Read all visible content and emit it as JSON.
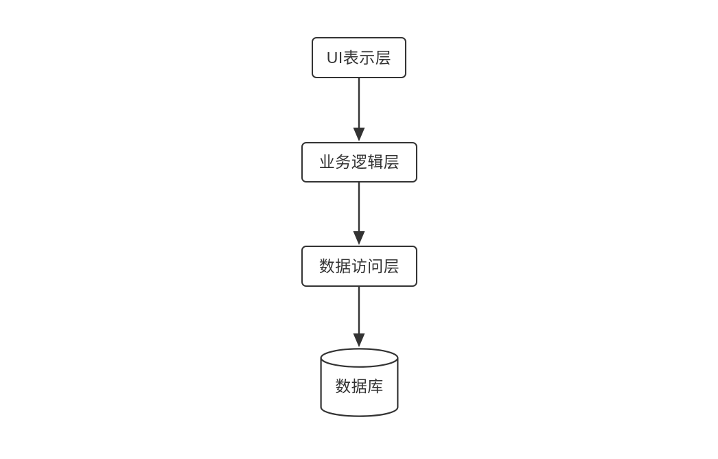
{
  "diagram": {
    "type": "flowchart",
    "orientation": "top-to-bottom",
    "background_color": "#ffffff",
    "stroke_color": "#333333",
    "text_color": "#333333",
    "nodes": [
      {
        "id": "ui",
        "label": "UI表示层",
        "shape": "rounded-rectangle"
      },
      {
        "id": "business",
        "label": "业务逻辑层",
        "shape": "rounded-rectangle"
      },
      {
        "id": "data_access",
        "label": "数据访问层",
        "shape": "rounded-rectangle"
      },
      {
        "id": "database",
        "label": "数据库",
        "shape": "cylinder"
      }
    ],
    "edges": [
      {
        "id": "edge-1",
        "from": "ui",
        "to": "business",
        "arrow": "single",
        "label": ""
      },
      {
        "id": "edge-2",
        "from": "business",
        "to": "data_access",
        "arrow": "single",
        "label": ""
      },
      {
        "id": "edge-3",
        "from": "data_access",
        "to": "database",
        "arrow": "single",
        "label": ""
      }
    ]
  }
}
